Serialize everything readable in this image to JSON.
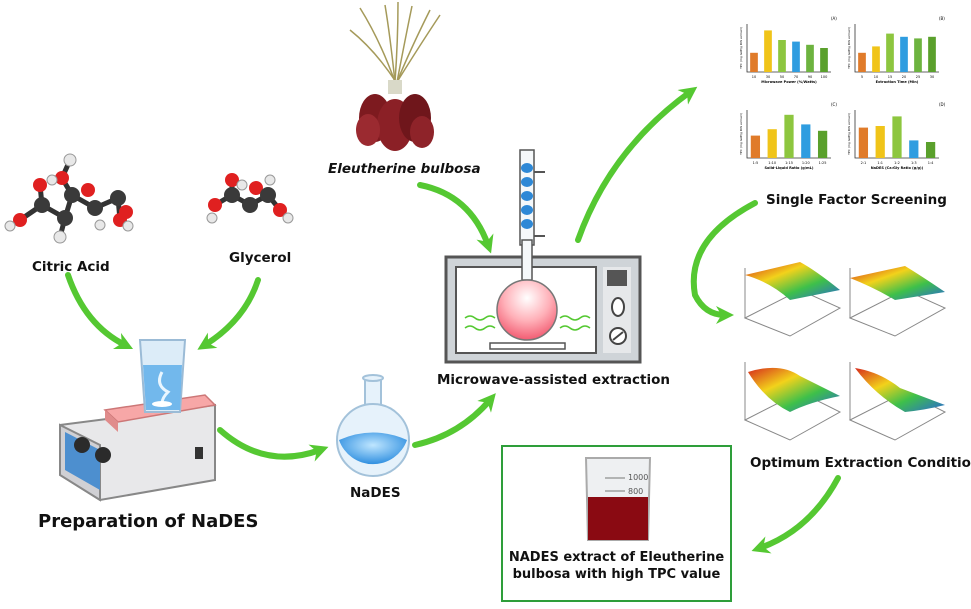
{
  "labels": {
    "citric_acid": "Citric Acid",
    "glycerol": "Glycerol",
    "preparation": "Preparation of NaDES",
    "nades": "NaDES",
    "plant": "Eleutherine bulbosa",
    "microwave": "Microwave-assisted extraction",
    "single_factor": "Single Factor Screening",
    "optimum": "Optimum Extraction Condition",
    "result_line1": "NADES extract of Eleutherine",
    "result_line2": "bulbosa with high TPC value"
  },
  "beaker_marks": [
    "1000",
    "800"
  ],
  "chart_data": [
    {
      "type": "bar",
      "title": "(A)",
      "xlabel": "Microwave Power (%/Watts)",
      "ylabel": "TPC (mg GAE/g DW extract)",
      "categories": [
        "10",
        "30",
        "50",
        "70",
        "90",
        "100"
      ],
      "values": [
        12,
        26,
        20,
        19,
        17,
        15
      ],
      "colors": [
        "#e07b2a",
        "#f0c419",
        "#8dc63f",
        "#2f9de0",
        "#6db33f",
        "#5aa02c"
      ]
    },
    {
      "type": "bar",
      "title": "(B)",
      "xlabel": "Extraction Time (Min)",
      "ylabel": "TPC (mg GAE/g DW extract)",
      "categories": [
        "5",
        "10",
        "15",
        "20",
        "25",
        "30"
      ],
      "values": [
        12,
        16,
        24,
        22,
        21,
        22
      ],
      "colors": [
        "#e07b2a",
        "#f0c419",
        "#8dc63f",
        "#2f9de0",
        "#6db33f",
        "#5aa02c"
      ]
    },
    {
      "type": "bar",
      "title": "(C)",
      "xlabel": "Solid-Liquid Ratio (g/mL)",
      "ylabel": "TPC (mg GAE/g DW extract)",
      "categories": [
        "1:5",
        "1:10",
        "1:15",
        "1:20",
        "1:25"
      ],
      "values": [
        14,
        18,
        27,
        21,
        17
      ],
      "colors": [
        "#e07b2a",
        "#f0c419",
        "#8dc63f",
        "#2f9de0",
        "#5aa02c"
      ]
    },
    {
      "type": "bar",
      "title": "(D)",
      "xlabel": "NaDES (Ca:Gly Ratio (g/g))",
      "ylabel": "TPC (mg GAE/g DW extract)",
      "categories": [
        "2:1",
        "1:1",
        "1:2",
        "1:3",
        "1:4"
      ],
      "values": [
        19,
        20,
        26,
        11,
        10
      ],
      "colors": [
        "#e07b2a",
        "#f0c419",
        "#8dc63f",
        "#2f9de0",
        "#5aa02c"
      ]
    }
  ],
  "colors": {
    "arrow": "#55c832",
    "box_border": "#2e9e3a",
    "liquid_blue": "#3b9be6",
    "liquid_red": "#8a0a12"
  }
}
